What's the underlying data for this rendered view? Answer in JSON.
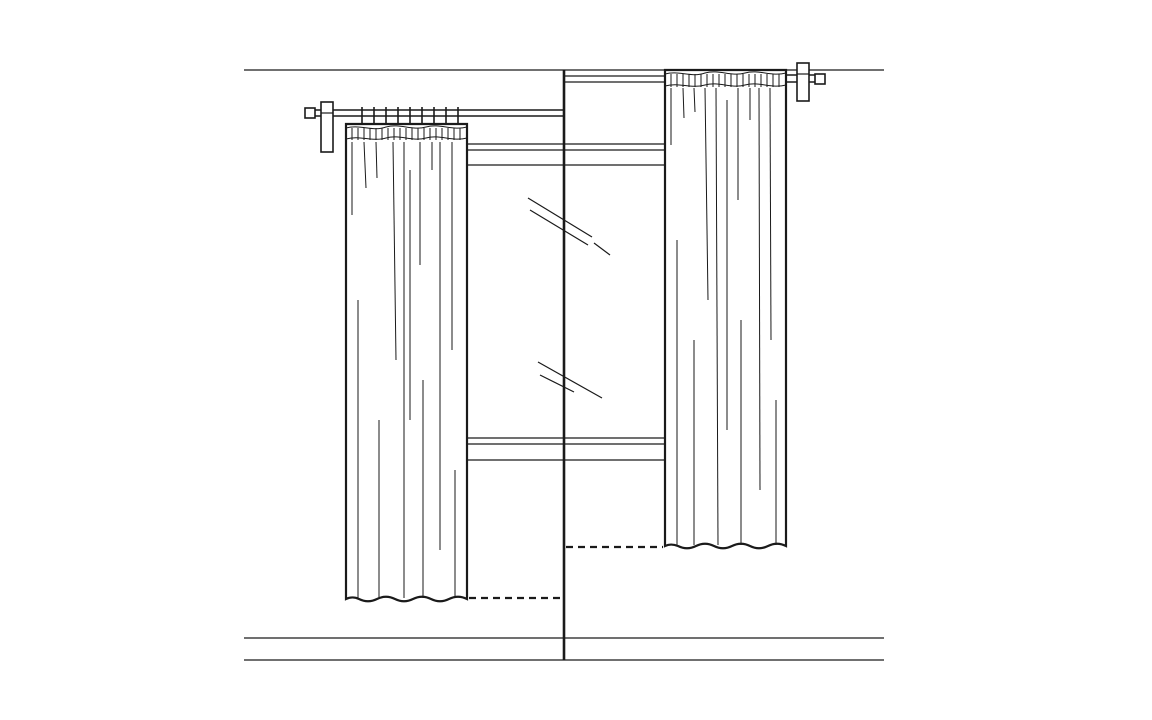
{
  "illustration": {
    "subject": "curtain-length-comparison",
    "panels": [
      "left-curtain-below-sill",
      "right-curtain-at-sill"
    ],
    "line_color": "#1a1a1a",
    "background_color": "#ffffff"
  }
}
